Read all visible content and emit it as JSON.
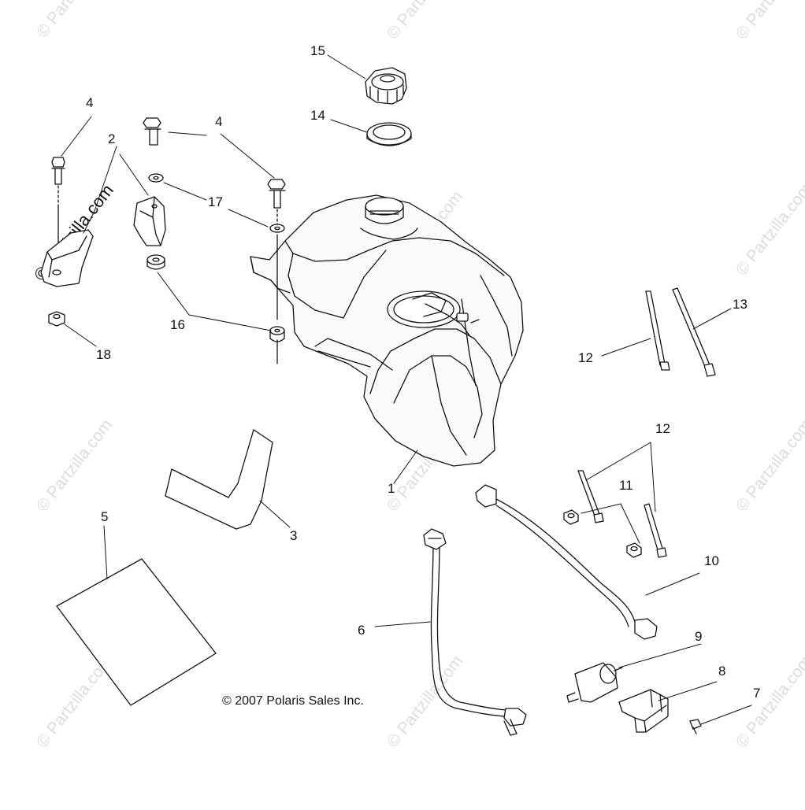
{
  "diagram": {
    "copyright": "© 2007 Polaris Sales Inc.",
    "watermark_text": "© Partzilla.com",
    "callouts": {
      "c1": "1",
      "c2": "2",
      "c3": "3",
      "c4a": "4",
      "c4b": "4",
      "c5": "5",
      "c6": "6",
      "c7": "7",
      "c8": "8",
      "c9": "9",
      "c10": "10",
      "c11": "11",
      "c12a": "12",
      "c12b": "12",
      "c13": "13",
      "c14": "14",
      "c15": "15",
      "c16": "16",
      "c17": "17",
      "c18": "18"
    }
  }
}
